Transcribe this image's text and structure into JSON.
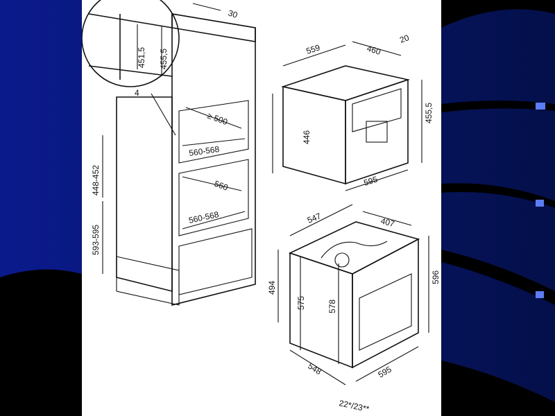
{
  "colors": {
    "background_dark": "#000814",
    "background_blue": "#0a1a8c",
    "panel": "#ffffff",
    "cabinet": "#c8c8c8"
  },
  "cabinet": {
    "detail_gap": "30",
    "detail_h1": "451,5",
    "detail_h2": "455,5",
    "detail_4": "4",
    "upper_depth": "≥ 500",
    "upper_width": "560-568",
    "upper_height": "448-452",
    "lower_depth": "560",
    "lower_width": "560-568",
    "lower_height": "593-595"
  },
  "coffee_machine": {
    "depth": "559",
    "top_depth": "460",
    "front_offset": "20",
    "front_height": "446",
    "total_height": "455,5",
    "width": "595"
  },
  "oven": {
    "depth": "547",
    "top_depth": "407",
    "front_height": "494",
    "inner_height": "575",
    "door_height": "578",
    "total_height": "596",
    "bottom_depth": "548",
    "width": "595",
    "panel_thickness": "22*/23**"
  }
}
